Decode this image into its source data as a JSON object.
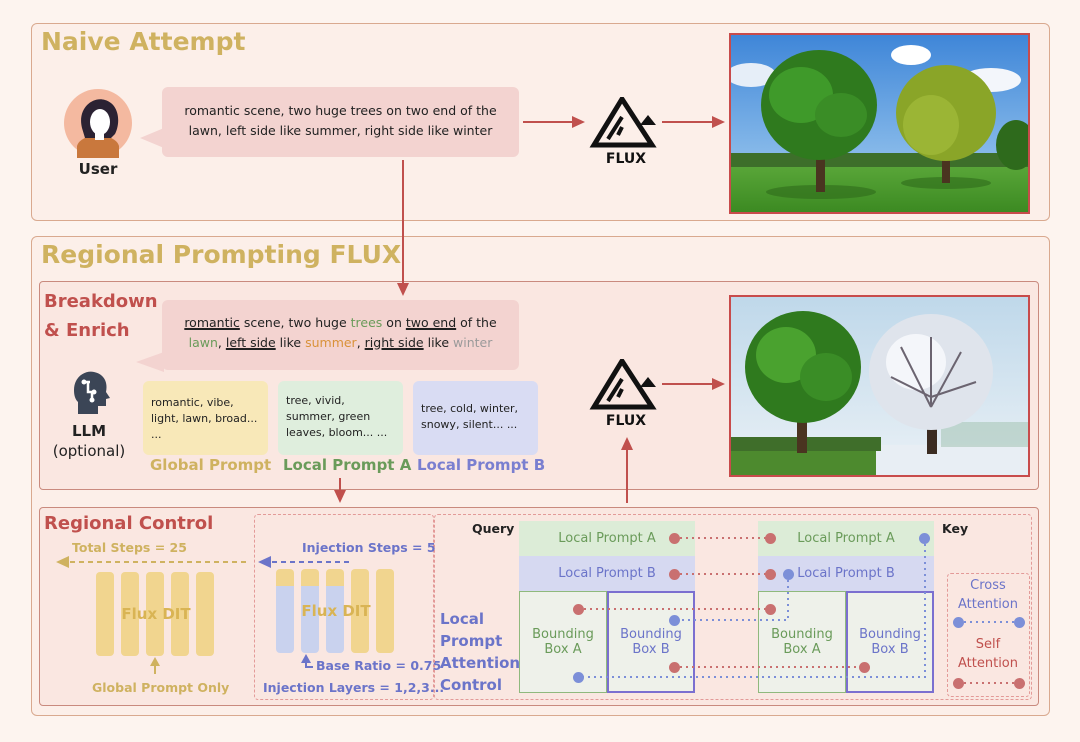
{
  "naive": {
    "title": "Naive Attempt",
    "user_label": "User",
    "prompt_line1": "romantic scene, two huge trees on two end of the",
    "prompt_line2": "lawn, left side like summer, right side like winter",
    "model_label": "FLUX"
  },
  "regional": {
    "title": "Regional Prompting FLUX",
    "breakdown_line1": "Breakdown",
    "breakdown_line2": "& Enrich",
    "rich_prompt": {
      "l1": [
        "romantic",
        " scene, two huge ",
        "trees",
        " on ",
        "two end",
        " of the"
      ],
      "l2": [
        "lawn",
        ", ",
        "left side",
        " like ",
        "summer",
        ", ",
        "right side",
        " like ",
        "winter"
      ]
    },
    "llm_label": "LLM",
    "llm_optional": "(optional)",
    "global_prompt_text": "romantic, vibe, light, lawn, broad... ...",
    "local_a_text": "tree, vivid, summer, green leaves, bloom... ...",
    "local_b_text": "tree, cold, winter, snowy, silent... ...",
    "global_prompt_label": "Global Prompt",
    "local_a_label": "Local Prompt A",
    "local_b_label": "Local Prompt B",
    "model_label": "FLUX"
  },
  "control": {
    "title": "Regional Control",
    "total_steps": "Total Steps = 25",
    "flux_dit_left": "Flux DIT",
    "global_only": "Global Prompt Only",
    "injection_steps": "Injection Steps = 5",
    "flux_dit_right": "Flux DIT",
    "base_ratio": "Base Ratio = 0.75",
    "injection_layers": "Injection Layers = 1,2,3...",
    "lpac": [
      "Local",
      "Prompt",
      "Attention",
      "Control"
    ],
    "query_label": "Query",
    "key_label": "Key",
    "local_a": "Local Prompt A",
    "local_b": "Local Prompt B",
    "bbox_a_1": "Bounding",
    "bbox_a_2": "Box A",
    "bbox_b_1": "Bounding",
    "bbox_b_2": "Box B",
    "cross_attention_1": "Cross",
    "cross_attention_2": "Attention",
    "self_attention_1": "Self",
    "self_attention_2": "Attention"
  },
  "colors": {
    "gold": "#cfb260",
    "red": "#c0504d",
    "green": "#6a9b5a",
    "blue": "#7a7fd0",
    "summer": "#d9923a",
    "winter": "#9a9a9a"
  }
}
